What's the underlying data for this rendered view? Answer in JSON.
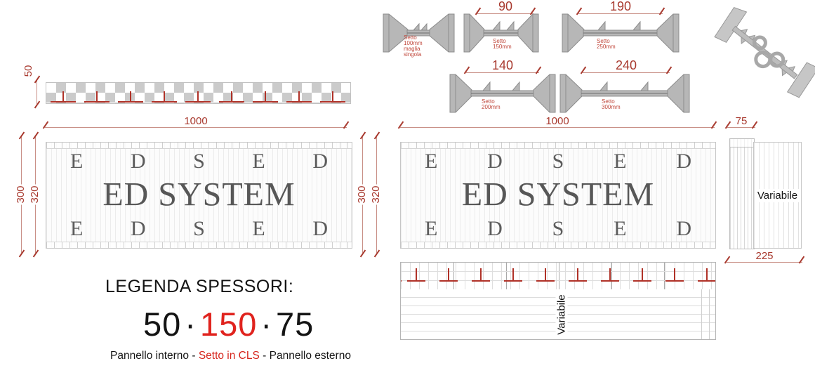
{
  "drawing": {
    "top_strip": {
      "height_dim": "50"
    },
    "profiles": [
      {
        "dim": "",
        "label": [
          "Setto",
          "100mm",
          "maglia",
          "singola"
        ]
      },
      {
        "dim": "90",
        "label": [
          "Setto",
          "150mm"
        ]
      },
      {
        "dim": "190",
        "label": [
          "Setto",
          "250mm"
        ]
      },
      {
        "dim": "140",
        "label": [
          "Setto",
          "200mm"
        ]
      },
      {
        "dim": "240",
        "label": [
          "Setto",
          "300mm"
        ]
      }
    ],
    "panel_left": {
      "width_dim": "1000",
      "dim_outer": "300",
      "dim_inner": "320",
      "letters": [
        "E",
        "D",
        "S",
        "E",
        "D"
      ],
      "title": "ED SYSTEM"
    },
    "panel_right": {
      "width_dim": "1000",
      "dim_outer": "300",
      "dim_inner": "320",
      "letters": [
        "E",
        "D",
        "S",
        "E",
        "D"
      ],
      "title": "ED SYSTEM"
    },
    "side_panel": {
      "top_dim": "75",
      "label": "Variabile",
      "bottom_dim": "225"
    },
    "bottom_plan": {
      "label": "Variabile"
    }
  },
  "legend": {
    "title": "LEGENDA SPESSORI:",
    "value_left": "50",
    "value_mid": "150",
    "value_right": "75",
    "separator": "·",
    "caption_left": "Pannello interno",
    "caption_mid": "Setto in CLS",
    "caption_right": "Pannello esterno",
    "caption_sep": " - "
  },
  "colors": {
    "dimension_red": "#a8392e",
    "dimension_line_red": "#c99087",
    "setto_label_red": "#c0463a",
    "tie_mark_red": "#b03228",
    "legend_red": "#e0231e",
    "cls_red": "#d6251c",
    "steel_gray": "#b7b7b7",
    "panel_text_gray": "#575757",
    "ink_black": "#141414"
  }
}
